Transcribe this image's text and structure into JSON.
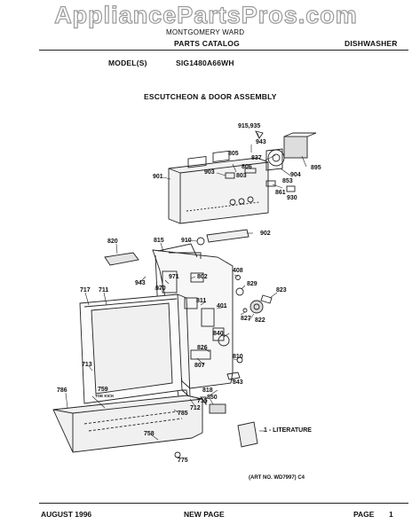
{
  "watermark": "AppliancePartsPros.com",
  "header": {
    "brand": "MONTGOMERY WARD",
    "catalog": "PARTS CATALOG",
    "appliance": "DISHWASHER",
    "models_label": "MODEL(S)",
    "model": "SIG1480A66WH"
  },
  "section_title": "ESCUTCHEON & DOOR ASSEMBLY",
  "part_labels": {
    "p915_935": "915,935",
    "p943a": "943",
    "p805": "805",
    "p837": "837",
    "p806": "806",
    "p903": "903",
    "p803": "803",
    "p904": "904",
    "p853": "853",
    "p895": "895",
    "p901": "901",
    "p861": "861",
    "p930": "930",
    "p910": "910",
    "p902": "902",
    "p820": "820",
    "p815": "815",
    "p408": "408",
    "p943b": "943",
    "p971": "971",
    "p802": "802",
    "p829": "829",
    "p823": "823",
    "p717": "717",
    "p711": "711",
    "p970": "970",
    "p811": "811",
    "p401": "401",
    "p827": "827",
    "p822": "822",
    "p840": "840",
    "p826": "826",
    "p810": "810",
    "p807": "807",
    "p713": "713",
    "p843": "843",
    "p818": "818",
    "p786": "786",
    "p759": "759",
    "p759_note": "TOE KICK",
    "p850": "850",
    "p712": "712",
    "p715": "715",
    "p785": "785",
    "p758": "758",
    "p775": "775",
    "literature": "1 - LITERATURE"
  },
  "art_no": "(ART NO. WD7997) C4",
  "footer": {
    "date": "AUGUST 1996",
    "center": "NEW PAGE",
    "page_label": "PAGE",
    "page_number": "1"
  }
}
